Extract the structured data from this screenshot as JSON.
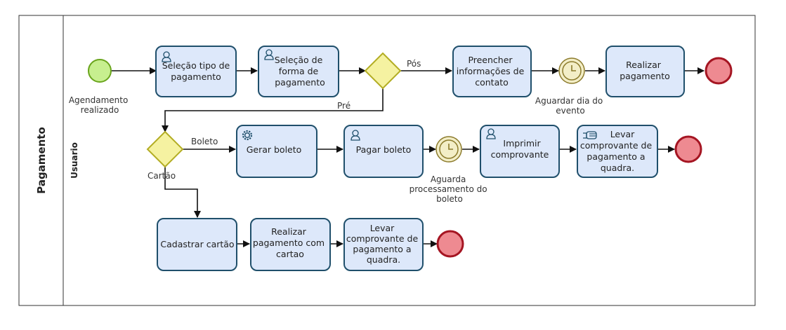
{
  "pool": {
    "title": "Pagamento"
  },
  "lane": {
    "title": "Usuario"
  },
  "colors": {
    "task_fill": "#dde8fa",
    "task_stroke": "#1f4f6b",
    "start_fill": "#c7ef8f",
    "start_stroke": "#6aa51d",
    "end_fill": "#ee8a91",
    "end_stroke": "#a51522",
    "gateway_fill": "#f5f2a1",
    "gateway_stroke": "#b3ad23",
    "timer_fill": "#f3eec7",
    "timer_stroke": "#8c7b2c",
    "icon_color": "#1f4f6b",
    "line": "#111111"
  },
  "events": {
    "start": {
      "label": [
        "Agendamento",
        "realizado"
      ]
    },
    "timer_evento": {
      "label": [
        "Aguardar dia do",
        "evento"
      ]
    },
    "timer_boleto": {
      "label": [
        "Aguarda",
        "processamento do",
        "boleto"
      ]
    }
  },
  "gateways": {
    "momento": {
      "label_pos": "Pós",
      "label_pre": "Pré"
    },
    "forma": {
      "label_boleto": "Boleto",
      "label_cartao": "Cartão"
    }
  },
  "tasks": {
    "selecao_tipo": {
      "lines": [
        "Seleção tipo de",
        "pagamento"
      ],
      "icon": "user-icon"
    },
    "selecao_forma": {
      "lines": [
        "Seleção de",
        "forma de",
        "pagamento"
      ],
      "icon": "user-icon"
    },
    "preencher": {
      "lines": [
        "Preencher",
        "informações de",
        "contato"
      ]
    },
    "realizar_pagamento": {
      "lines": [
        "Realizar",
        "pagamento"
      ]
    },
    "gerar_boleto": {
      "lines": [
        "Gerar boleto"
      ],
      "icon": "gear-icon"
    },
    "pagar_boleto": {
      "lines": [
        "Pagar boleto"
      ],
      "icon": "user-icon"
    },
    "imprimir": {
      "lines": [
        "Imprimir",
        "comprovante"
      ],
      "icon": "user-icon"
    },
    "levar_boleto": {
      "lines": [
        "Levar",
        "comprovante de",
        "pagamento a",
        "quadra."
      ],
      "icon": "hand-icon"
    },
    "cadastrar_cartao": {
      "lines": [
        "Cadastrar cartão"
      ]
    },
    "realizar_cartao": {
      "lines": [
        "Realizar",
        "pagamento com",
        "cartao"
      ]
    },
    "levar_cartao": {
      "lines": [
        "Levar",
        "comprovante de",
        "pagamento a",
        "quadra."
      ]
    }
  }
}
